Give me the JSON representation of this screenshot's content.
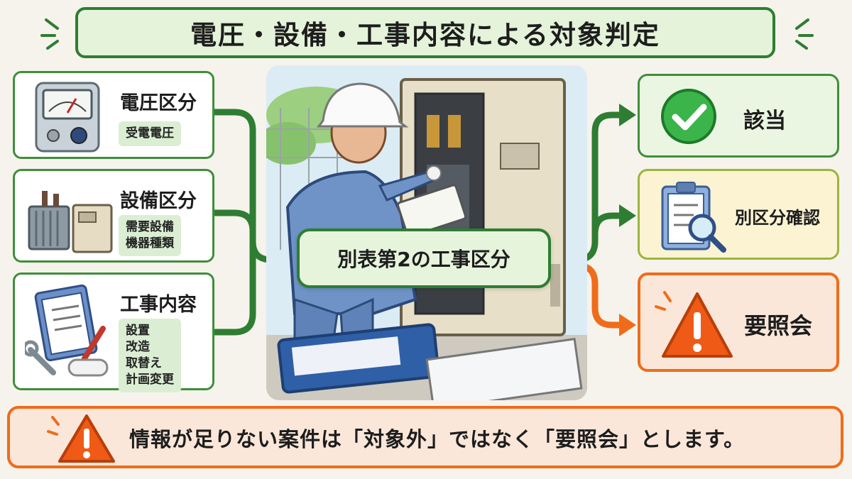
{
  "title": "電圧・設備・工事内容による対象判定",
  "inputs": [
    {
      "heading": "電圧区分",
      "detail": [
        "受電電圧"
      ],
      "icon": "voltmeter-panel-icon"
    },
    {
      "heading": "設備区分",
      "detail": [
        "需要設備",
        "機器種類"
      ],
      "icon": "transformer-cabinet-icon"
    },
    {
      "heading": "工事内容",
      "detail": [
        "設置",
        "改造",
        "取替え",
        "計画変更"
      ],
      "icon": "clipboard-tools-icon"
    }
  ],
  "center": {
    "label": "別表第2の工事区分"
  },
  "outcomes": [
    {
      "label": "該当",
      "icon": "check-circle-icon"
    },
    {
      "label": "別区分確認",
      "icon": "clipboard-magnifier-icon"
    },
    {
      "label": "要照会",
      "icon": "warning-triangle-icon"
    }
  ],
  "footer": {
    "note": "情報が足りない案件は「対象外」ではなく「要照会」とします。"
  },
  "colors": {
    "green": "#2e7d32",
    "light_green": "#e4f3d9",
    "orange": "#ef6c1a",
    "light_orange": "#fbe7d9",
    "yellow_card": "#fbf3d2",
    "yellow_border": "#9bb53c"
  }
}
